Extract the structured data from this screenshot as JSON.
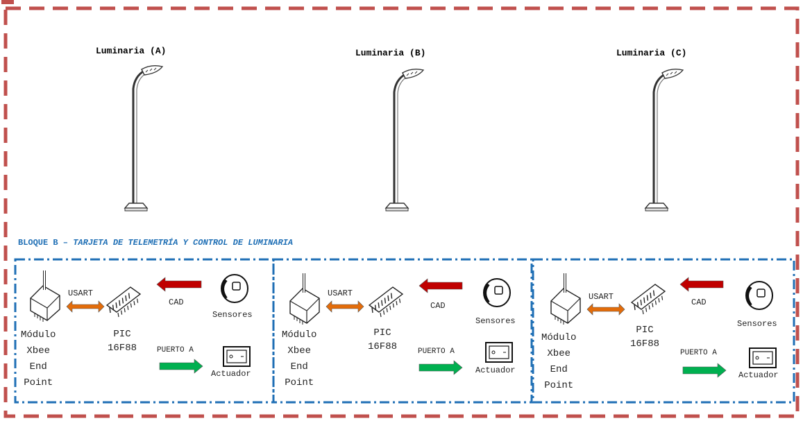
{
  "lamps": [
    {
      "title": "Luminaria (A)"
    },
    {
      "title": "Luminaria (B)"
    },
    {
      "title": "Luminaria (C)"
    }
  ],
  "bloque": {
    "prefix": "BLOQUE B – ",
    "title": "TARJETA DE TELEMETRÍA Y CONTROL DE LUMINARIA"
  },
  "modules": [
    {
      "usart": "USART",
      "cad": "CAD",
      "xbee_lines": [
        "Módulo",
        "Xbee",
        "End",
        "Point"
      ],
      "pic_lines": [
        "PIC",
        "16F88"
      ],
      "puerto": "PUERTO A",
      "sensores": "Sensores",
      "actuador": "Actuador"
    },
    {
      "usart": "USART",
      "cad": "CAD",
      "xbee_lines": [
        "Módulo",
        "Xbee",
        "End",
        "Point"
      ],
      "pic_lines": [
        "PIC",
        "16F88"
      ],
      "puerto": "PUERTO A",
      "sensores": "Sensores",
      "actuador": "Actuador"
    },
    {
      "usart": "USART",
      "cad": "CAD",
      "xbee_lines": [
        "Módulo",
        "Xbee",
        "End",
        "Point"
      ],
      "pic_lines": [
        "PIC",
        "16F88"
      ],
      "puerto": "PUERTO A",
      "sensores": "Sensores",
      "actuador": "Actuador"
    }
  ],
  "colors": {
    "outer_border": "#c0504d",
    "module_border": "#1f6fb5",
    "usart_arrow": "#e36c0a",
    "cad_arrow": "#c00000",
    "puerto_arrow": "#00b050",
    "bloque_title": "#1f6fb5"
  }
}
